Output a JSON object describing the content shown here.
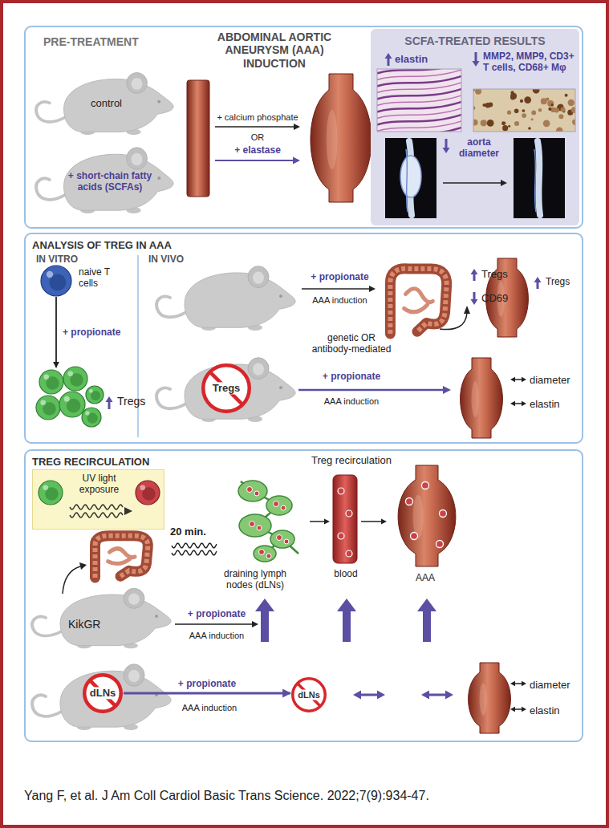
{
  "diagram": {
    "caption": "Yang F, et al. J Am Coll Cardiol Basic Trans Science. 2022;7(9):934-47.",
    "nodes": [
      {
        "text": [
          "PRE-TREATMENT",
          "ABDOMINAL AORTIC ANEURYSM (AAA) INDUCTION"
        ]
      },
      {
        "text": [
          "control"
        ],
        "in": 0
      },
      {
        "text": [
          "+ short-chain fatty acids (SCFAs)"
        ],
        "in": 0
      },
      {
        "text": [
          "SCFA-TREATED RESULTS",
          "elastin",
          "MMP2, MMP9, CD3+ T cells, CD68+ Mφ",
          "aorta diameter"
        ],
        "in": 0
      },
      {
        "text": [
          "ANALYSIS OF TREG IN AAA"
        ]
      },
      {
        "text": [
          "naive T cells"
        ],
        "in": 4
      },
      {
        "text": [
          "Tregs"
        ],
        "in": 4
      },
      {
        "text": [
          "Tregs"
        ],
        "in": 4
      },
      {
        "text": [
          "TREG RECIRCULATION"
        ]
      },
      {
        "text": [
          "UV light exposure"
        ],
        "in": 8
      },
      {
        "text": [
          "KikGR"
        ],
        "in": 8
      },
      {
        "text": [
          "dLNs"
        ],
        "in": 8
      },
      {
        "text": [
          "dLNs"
        ],
        "in": 8
      }
    ],
    "edges": [
      {
        "from": 5,
        "to": 6,
        "arrow": "to",
        "label": "+ propionate"
      },
      {
        "from": 11,
        "to": 12,
        "arrow": "to",
        "label": "+ propionate"
      }
    ],
    "labels": [
      "+ calcium phosphate",
      "OR",
      "+ elastase",
      "IN VITRO",
      "IN VIVO",
      "+ propionate",
      "AAA induction",
      "Tregs",
      "CD69",
      "Tregs",
      "genetic OR antibody-mediated",
      "+ propionate",
      "AAA induction",
      "diameter",
      "elastin",
      "Treg recirculation",
      "20 min.",
      "draining lymph nodes (dLNs)",
      "blood",
      "AAA",
      "+ propionate",
      "AAA induction",
      "AAA induction",
      "diameter",
      "elastin"
    ]
  }
}
